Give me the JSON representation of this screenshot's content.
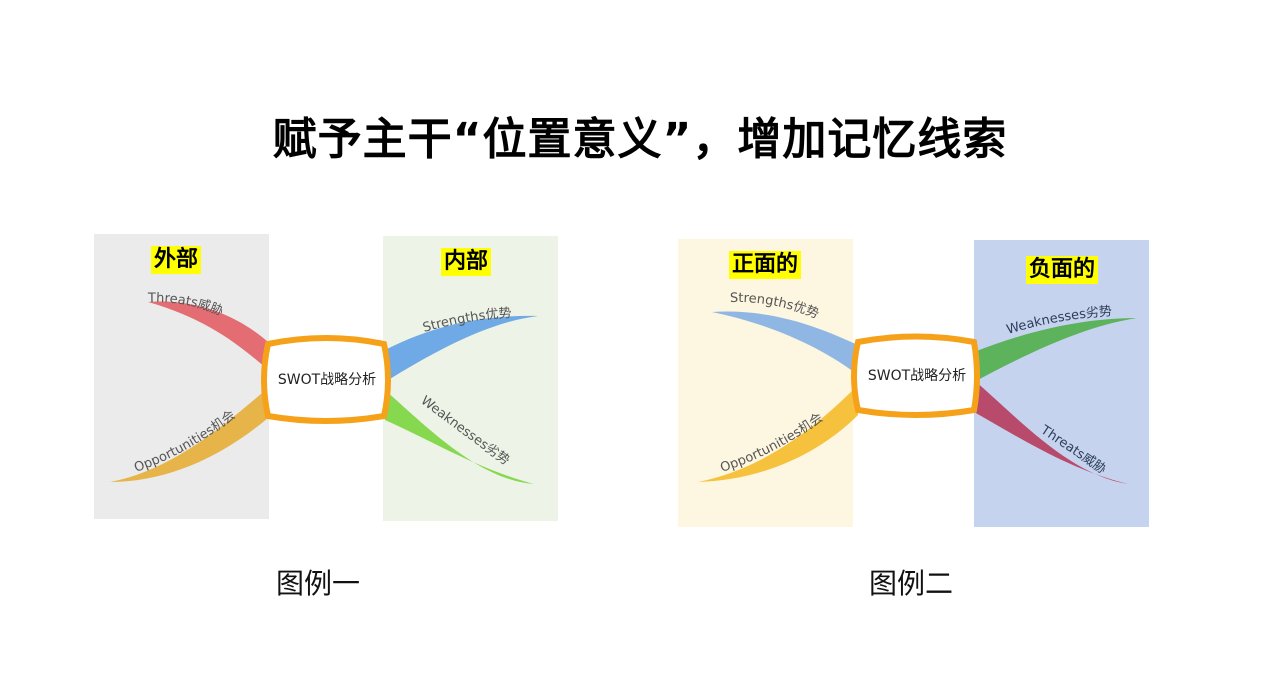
{
  "title": "赋予主干“位置意义”，增加记忆线索",
  "figure1": {
    "caption": "图例一",
    "center": "SWOT战略分析",
    "left_label": "外部",
    "right_label": "内部",
    "branches": {
      "top_left": "Threats威胁",
      "bottom_left": "Opportunities机会",
      "top_right": "Strengths优势",
      "bottom_right": "Weaknesses劣势"
    },
    "colors": {
      "left_panel": "#ebebeb",
      "right_panel": "#edf3e6",
      "top_left": "#e36d72",
      "bottom_left": "#e7b44a",
      "top_right": "#6fa9e6",
      "bottom_right": "#86d84e"
    }
  },
  "figure2": {
    "caption": "图例二",
    "center": "SWOT战略分析",
    "left_label": "正面的",
    "right_label": "负面的",
    "branches": {
      "top_left": "Strengths优势",
      "bottom_left": "Opportunities机会",
      "top_right": "Weaknesses劣势",
      "bottom_right": "Threats威胁"
    },
    "colors": {
      "left_panel": "#fdf6e0",
      "right_panel": "#c5d3ee",
      "top_left": "#90b7e3",
      "bottom_left": "#f6c23d",
      "top_right": "#5db25c",
      "bottom_right": "#b84b6b"
    }
  },
  "colors": {
    "highlight": "#ffff00",
    "center_border": "#f5a21a"
  }
}
